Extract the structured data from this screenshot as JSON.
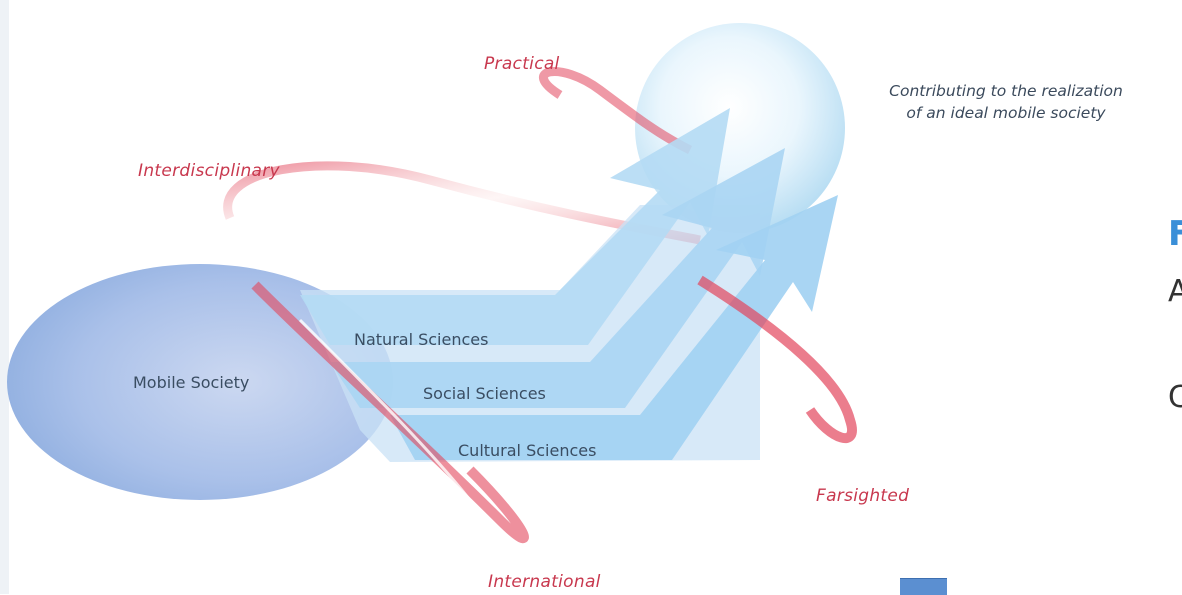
{
  "diagram": {
    "goal_line1": "Contributing to the realization",
    "goal_line2": "of an ideal mobile society",
    "source": "Mobile Society",
    "streams": [
      "Natural Sciences",
      "Social Sciences",
      "Cultural Sciences"
    ],
    "attributes": {
      "practical": "Practical",
      "interdisciplinary": "Interdisciplinary",
      "farsighted": "Farsighted",
      "international": "International"
    }
  },
  "cut_off_text": {
    "title": "F",
    "line1": "A",
    "line2": "C"
  },
  "colors": {
    "accent_red": "#c8384e",
    "stream_blue": "#a9d3f0",
    "ellipse_blue": "#8fb0e0",
    "title_blue": "#3a8fd8"
  }
}
